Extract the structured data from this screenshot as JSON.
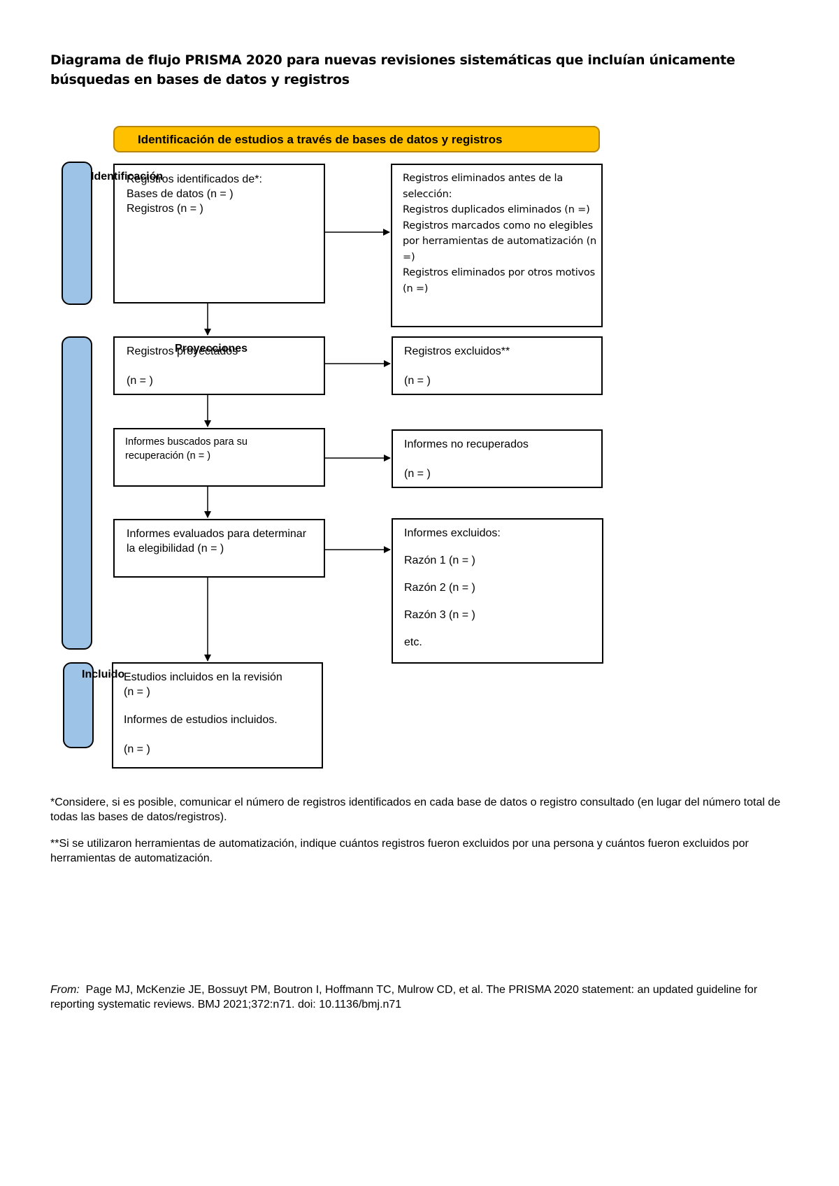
{
  "title": "Diagrama de flujo PRISMA 2020 para nuevas revisiones sistemáticas que incluían únicamente búsquedas en bases de datos y registros",
  "banner": "Identificación de estudios a través de bases de datos y registros",
  "phases": {
    "identification": "Identificación",
    "screening": "Proyecciones",
    "included": "Incluido"
  },
  "boxes": {
    "records_identified": "Registros identificados de*:\nBases de datos   (n = )\nRegistros (n = )",
    "records_removed": "Registros eliminados antes de la selección:\nRegistros duplicados eliminados (n =)\nRegistros marcados como no elegibles por herramientas de automatización (n =)\nRegistros eliminados por otros motivos (n =)",
    "records_screened": "Registros proyectados\n\n(n = )",
    "records_excluded": "Registros excluidos**\n\n(n = )",
    "reports_sought": "Informes buscados para su recuperación (n = )",
    "reports_not_retrieved": "Informes no recuperados\n\n(n = )",
    "reports_assessed": "Informes evaluados para determinar la elegibilidad (n = )",
    "reports_excluded": "Informes excluidos:\nRazón 1 (n = )\nRazón 2 (n = )\nRazón 3 (n = )\netc.",
    "studies_included": "Estudios incluidos en la revisión\n(n = )",
    "reports_included": "Informes de estudios incluidos.\n\n(n = )"
  },
  "notes": {
    "note1": "*Considere, si es posible, comunicar el número de registros identificados en cada base de datos o registro consultado (en lugar del número total de todas las bases de datos/registros).",
    "note2": "**Si se utilizaron herramientas de automatización, indique cuántos registros fueron excluidos por una persona y cuántos fueron excluidos por herramientas de automatización."
  },
  "citation": {
    "from": "From:",
    "text": "Page MJ, McKenzie JE, Bossuyt PM, Boutron I, Hoffmann TC, Mulrow CD, et al. The PRISMA 2020 statement: an updated guideline for reporting systematic reviews. BMJ 2021;372:n71. doi: 10.1136/bmj.n71"
  },
  "colors": {
    "banner_fill": "#FFC000",
    "phase_fill": "#9DC3E6"
  }
}
